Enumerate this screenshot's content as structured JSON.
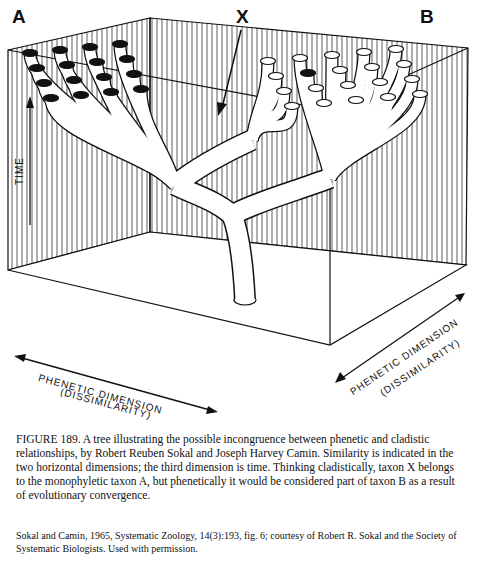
{
  "diagram": {
    "caption": "FIGURE 189. A tree illustrating the possible incongruence between phenetic and cladistic relationships, by Robert Reuben Sokal and Joseph Harvey Camin. Similarity is indicated in the two horizontal dimensions; the third dimension is time. Thinking cladistically, taxon X belongs to the monophyletic taxon A, but phenetically it would be considered part of taxon B as a result of evolutionary convergence.",
    "labels": [
      "A",
      "X",
      "B",
      "TIME",
      "PHENETIC DIMENSION",
      "(DISSIMILARITY)",
      "PHENETIC DIMENSION",
      "(DISSIMILARITY)",
      "Sokal and Camin, 1965, Systematic Zoology, 14(3):193, fig. 6; courtesy of Robert R. Sokal and the Society of Systematic Biologists. Used with permission."
    ]
  }
}
